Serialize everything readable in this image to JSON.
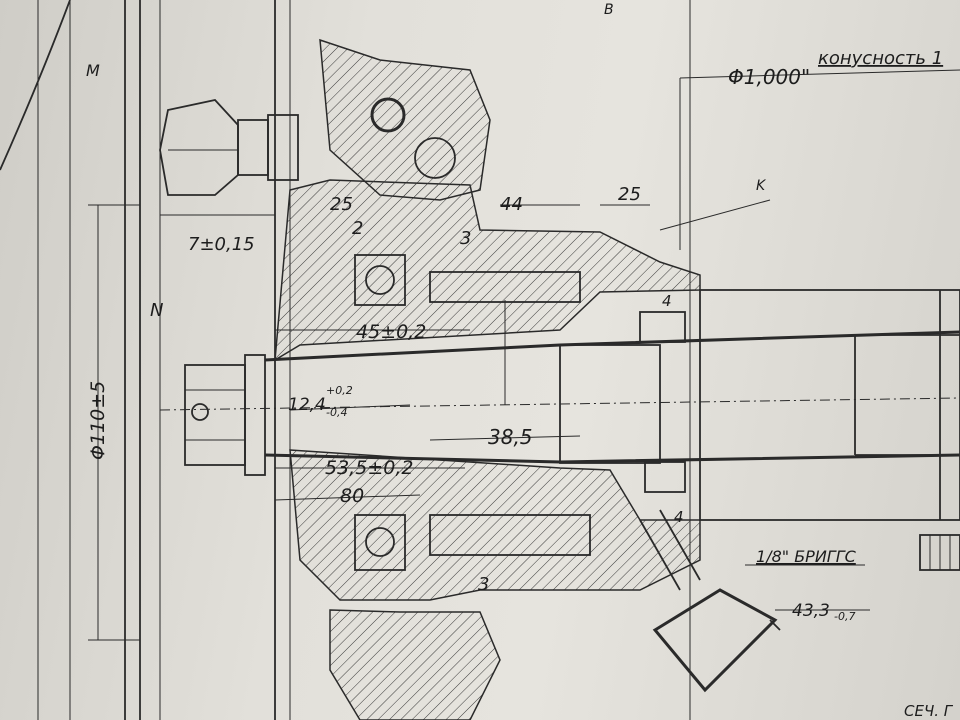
{
  "labels": {
    "letter_m": "M",
    "letter_b": "B",
    "letter_k": "K",
    "letter_n": "N",
    "letter_4a": "4",
    "letter_4b": "4",
    "phi_1000": "Φ1,000\"",
    "taper": "конусность 1",
    "dim_44": "44",
    "dim_25a": "25",
    "dim_25b": "25",
    "dim_2": "2",
    "dim_3a": "3",
    "dim_3b": "3",
    "dim_7": "7±0,15",
    "dim_45": "45±0,2",
    "dim_124": "12,4",
    "dim_124_upper": "+0,2",
    "dim_124_lower": "-0,4",
    "dim_385": "38,5",
    "dim_535": "53,5±0,2",
    "dim_80": "80",
    "dim_phi110": "Φ110±5",
    "briggs": "1/8\" БРИГГС",
    "dim_433": "43,3",
    "dim_433_tol": "-0,7",
    "section": "СЕЧ. Г"
  },
  "colors": {
    "ink": "#2a2a2a",
    "paper": "#e2e0da"
  }
}
